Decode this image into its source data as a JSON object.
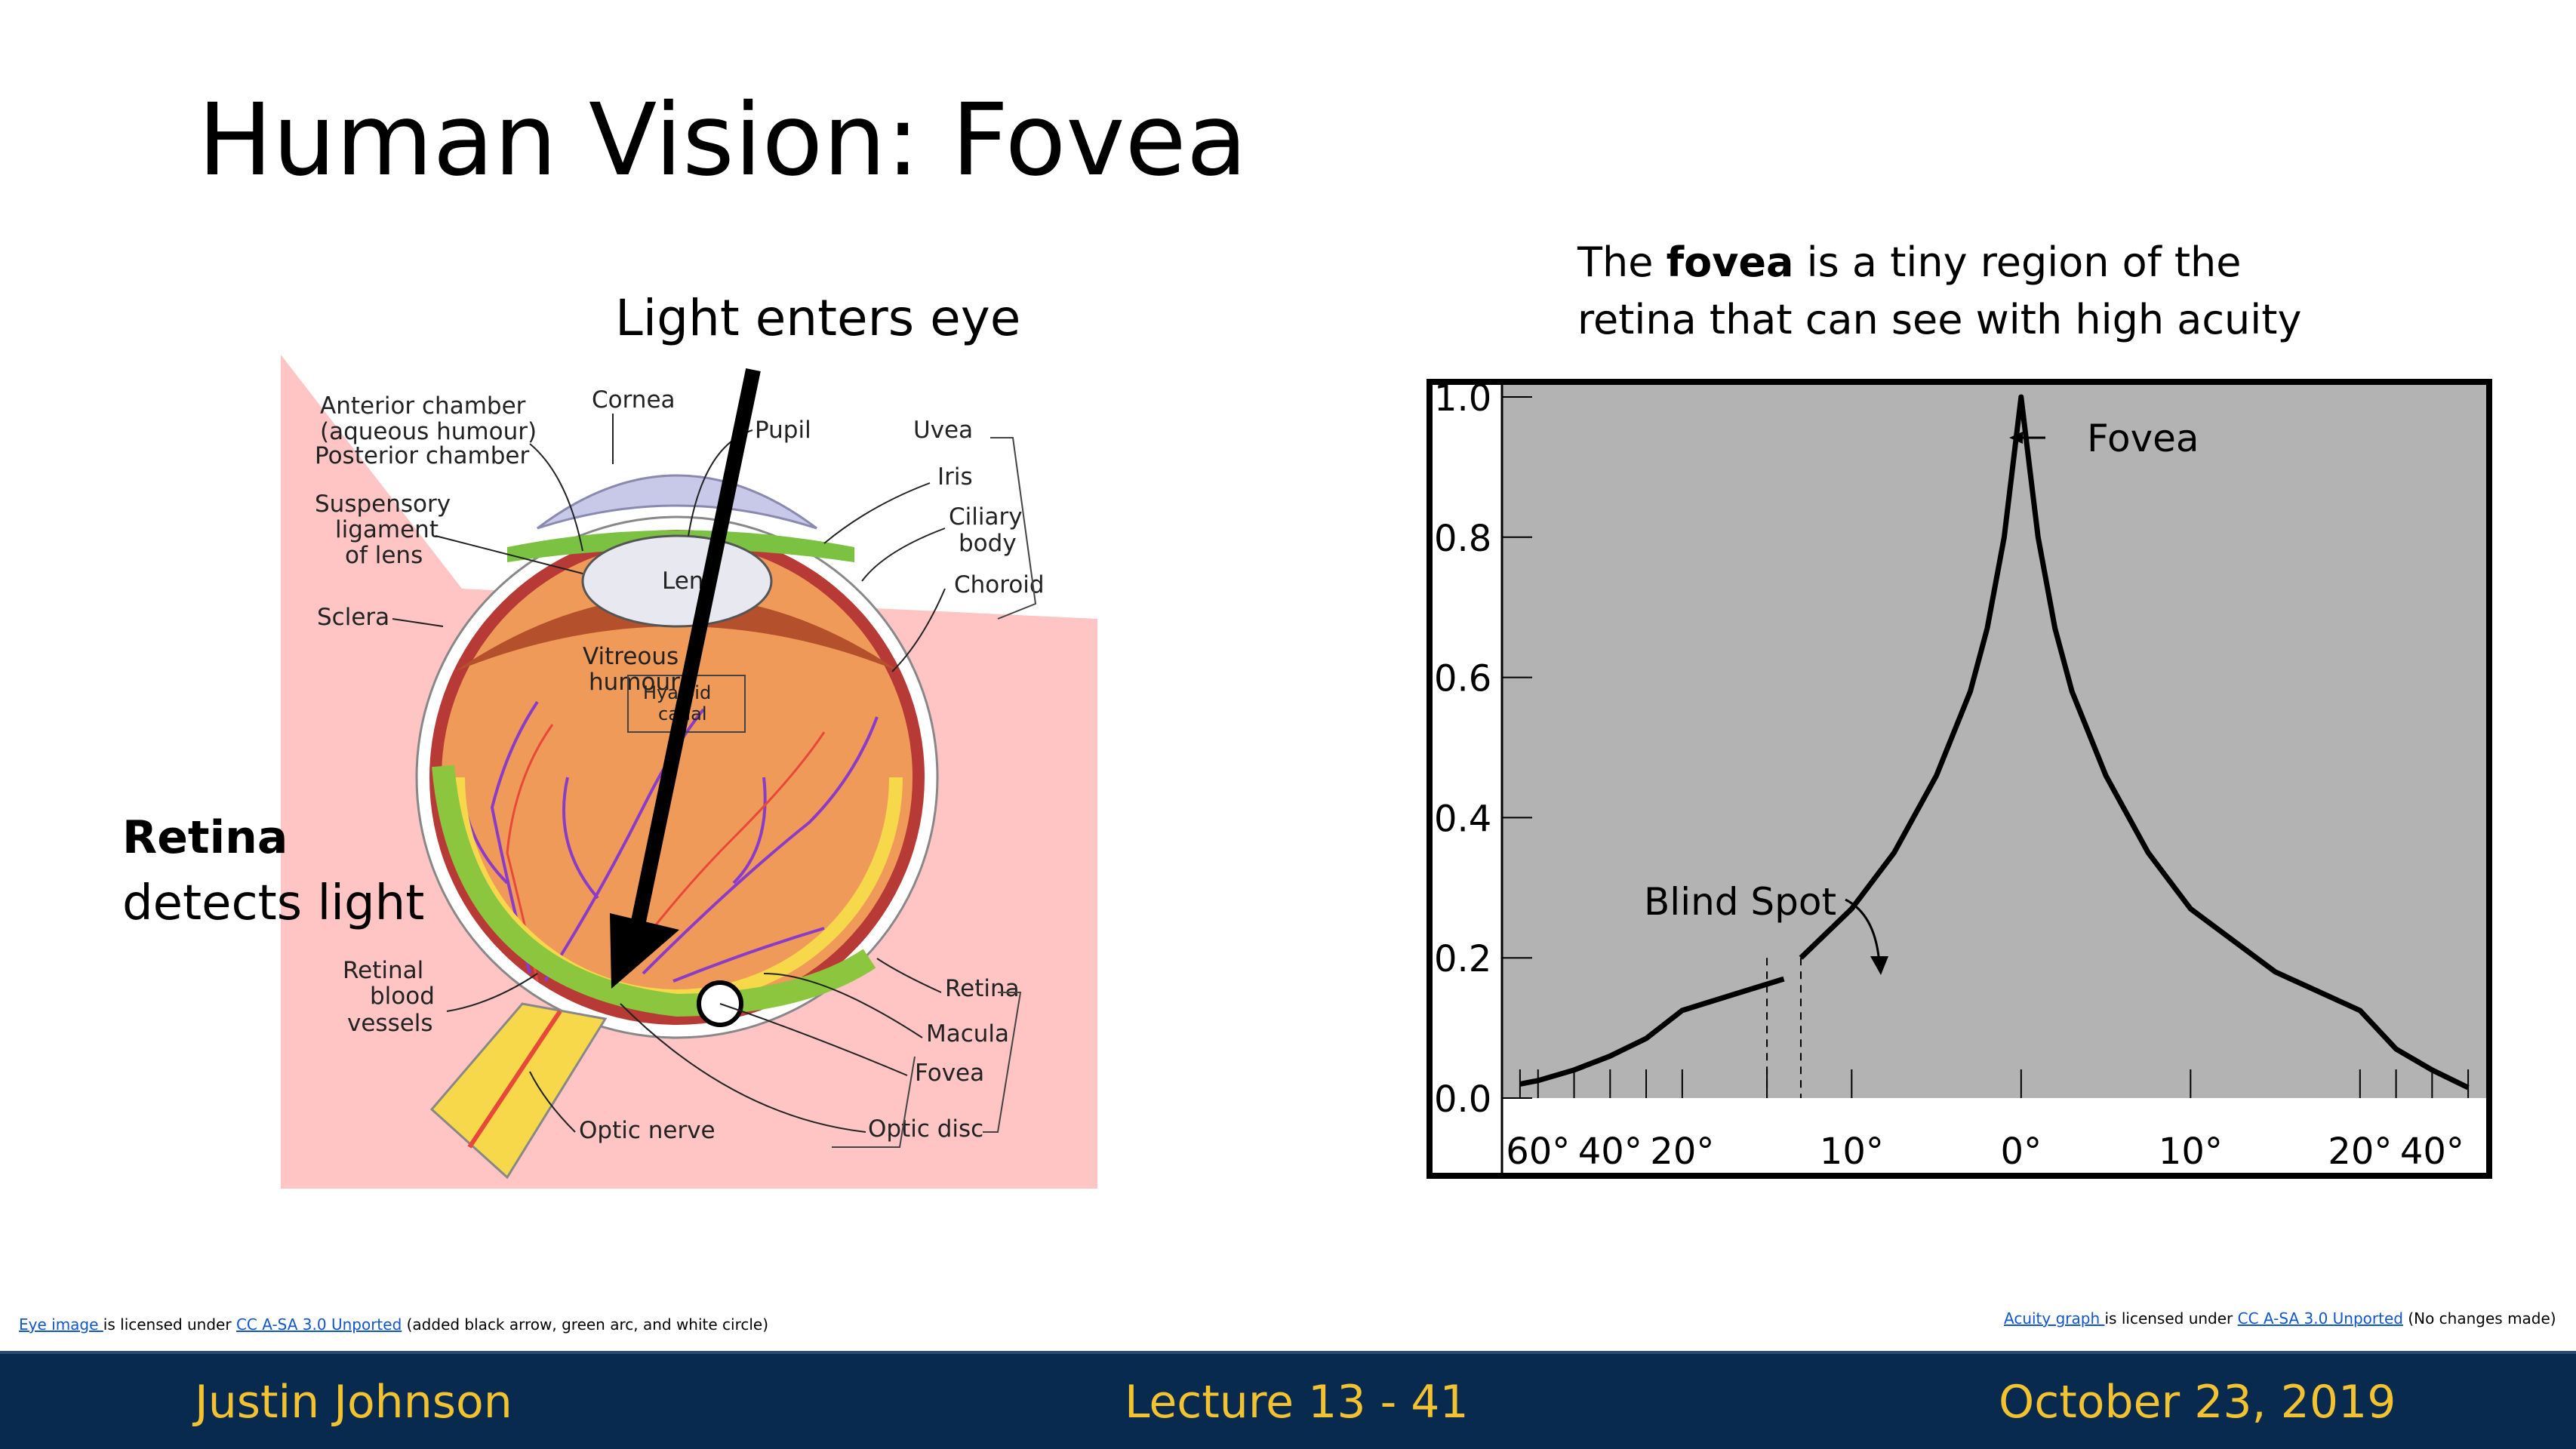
{
  "slide": {
    "title": "Human Vision: Fovea",
    "light_label": "Light enters eye",
    "retina_title": "Retina",
    "retina_subtitle": "detects light",
    "caption_pre": "The ",
    "caption_bold": "fovea",
    "caption_post": " is a tiny region of the",
    "caption_line2": "retina that can see with high acuity"
  },
  "eye_diagram": {
    "labels": {
      "anterior1": "Anterior chamber",
      "anterior2": "(aqueous humour)",
      "posterior": "Posterior chamber",
      "cornea": "Cornea",
      "pupil": "Pupil",
      "uvea": "Uvea",
      "iris": "Iris",
      "ciliary1": "Ciliary",
      "ciliary2": "body",
      "choroid": "Choroid",
      "susp1": "Suspensory",
      "susp2": "ligament",
      "susp3": "of lens",
      "lens": "Lens",
      "sclera": "Sclera",
      "vitreous1": "Vitreous",
      "vitreous2": "humour",
      "hyaloid1": "Hyaloid",
      "hyaloid2": "canal",
      "retinal1": "Retinal",
      "retinal2": "blood",
      "retinal3": "vessels",
      "retina": "Retina",
      "macula": "Macula",
      "fovea": "Fovea",
      "optic_nerve": "Optic nerve",
      "optic_disc": "Optic disc"
    },
    "colors": {
      "background": "#ffc4c4",
      "eyeball": "#f09a5a",
      "retina_arc": "#8cc63f",
      "vessels": "#8a3cc8",
      "optic_nerve": "#f7d84a"
    }
  },
  "chart_data": {
    "type": "line",
    "title": "",
    "xlabel": "",
    "ylabel": "",
    "y_ticks": [
      "1.0",
      "0.8",
      "0.6",
      "0.4",
      "0.2",
      "0.0"
    ],
    "x_ticks": [
      "60°",
      "40°",
      "20°",
      "10°",
      "0°",
      "10°",
      "20°",
      "40°"
    ],
    "ylim": [
      0,
      1
    ],
    "xlim": [
      -70,
      55
    ],
    "annotations": {
      "fovea": "Fovea",
      "blind_spot": "Blind Spot"
    },
    "series": [
      {
        "x": [
          -65,
          -60,
          -50,
          -40,
          -30,
          -20,
          -18,
          -16,
          -14
        ],
        "y": [
          0.02,
          0.025,
          0.04,
          0.06,
          0.085,
          0.125,
          0.14,
          0.155,
          0.17
        ]
      },
      {
        "x": [
          -13,
          -10,
          -7.5,
          -5,
          -3,
          -2,
          -1,
          -0.5,
          0,
          0.5,
          1,
          2,
          3,
          5,
          7.5,
          10,
          15,
          20,
          30,
          40,
          50
        ],
        "y": [
          0.2,
          0.27,
          0.35,
          0.46,
          0.58,
          0.67,
          0.8,
          0.9,
          1.0,
          0.9,
          0.8,
          0.67,
          0.58,
          0.46,
          0.35,
          0.27,
          0.18,
          0.125,
          0.07,
          0.04,
          0.015
        ]
      }
    ],
    "blind_spot_range": [
      -15,
      -13
    ],
    "colors": {
      "plot_bg": "#b3b3b3",
      "line": "#000000"
    }
  },
  "credits": {
    "left_link": "Eye image ",
    "left_mid": "is licensed under ",
    "left_license": "CC A-SA 3.0 Unported",
    "left_tail": " (added black arrow, green arc, and white circle)",
    "right_link": "Acuity graph ",
    "right_mid": "is licensed under ",
    "right_license": "CC A-SA 3.0 Unported",
    "right_tail": " (No changes made)"
  },
  "footer": {
    "name": "Justin Johnson",
    "lecture": "Lecture 13 - 41",
    "date": "October 23, 2019",
    "bg_color": "#082a4e",
    "text_color": "#f2c230"
  }
}
